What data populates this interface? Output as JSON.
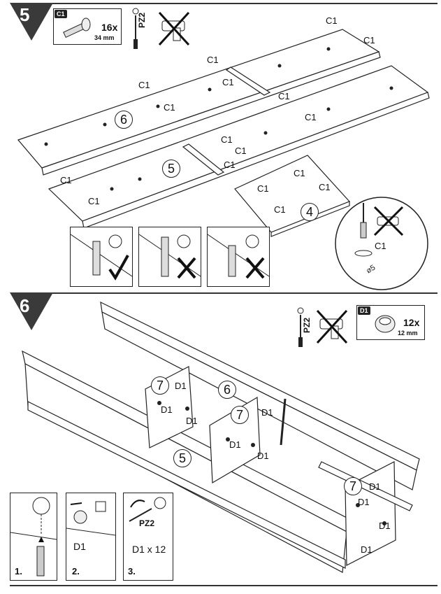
{
  "step5": {
    "number": "5",
    "part_id": "C1",
    "qty": "16x",
    "length": "34 mm",
    "tool": "PZ2",
    "labels": [
      "C1",
      "C1",
      "C1",
      "C1",
      "C1",
      "C1",
      "C1",
      "C1",
      "C1",
      "C1",
      "C1",
      "C1",
      "C1",
      "C1",
      "C1",
      "C1",
      "C1"
    ],
    "panels": [
      "6",
      "5",
      "4"
    ],
    "detail_label": "C1",
    "detail_dim": "⌀5"
  },
  "step6": {
    "number": "6",
    "part_id": "D1",
    "qty": "12x",
    "length": "12 mm",
    "tool": "PZ2",
    "labels": [
      "D1",
      "D1",
      "D1",
      "D1",
      "D1",
      "D1",
      "D1",
      "D1",
      "D1",
      "D1"
    ],
    "panels": [
      "7",
      "6",
      "7",
      "5",
      "7"
    ],
    "sub_steps": [
      {
        "num": "1.",
        "text": ""
      },
      {
        "num": "2.",
        "text": "D1"
      },
      {
        "num": "3.",
        "text": "D1 x 12",
        "tool": "PZ2"
      }
    ]
  }
}
